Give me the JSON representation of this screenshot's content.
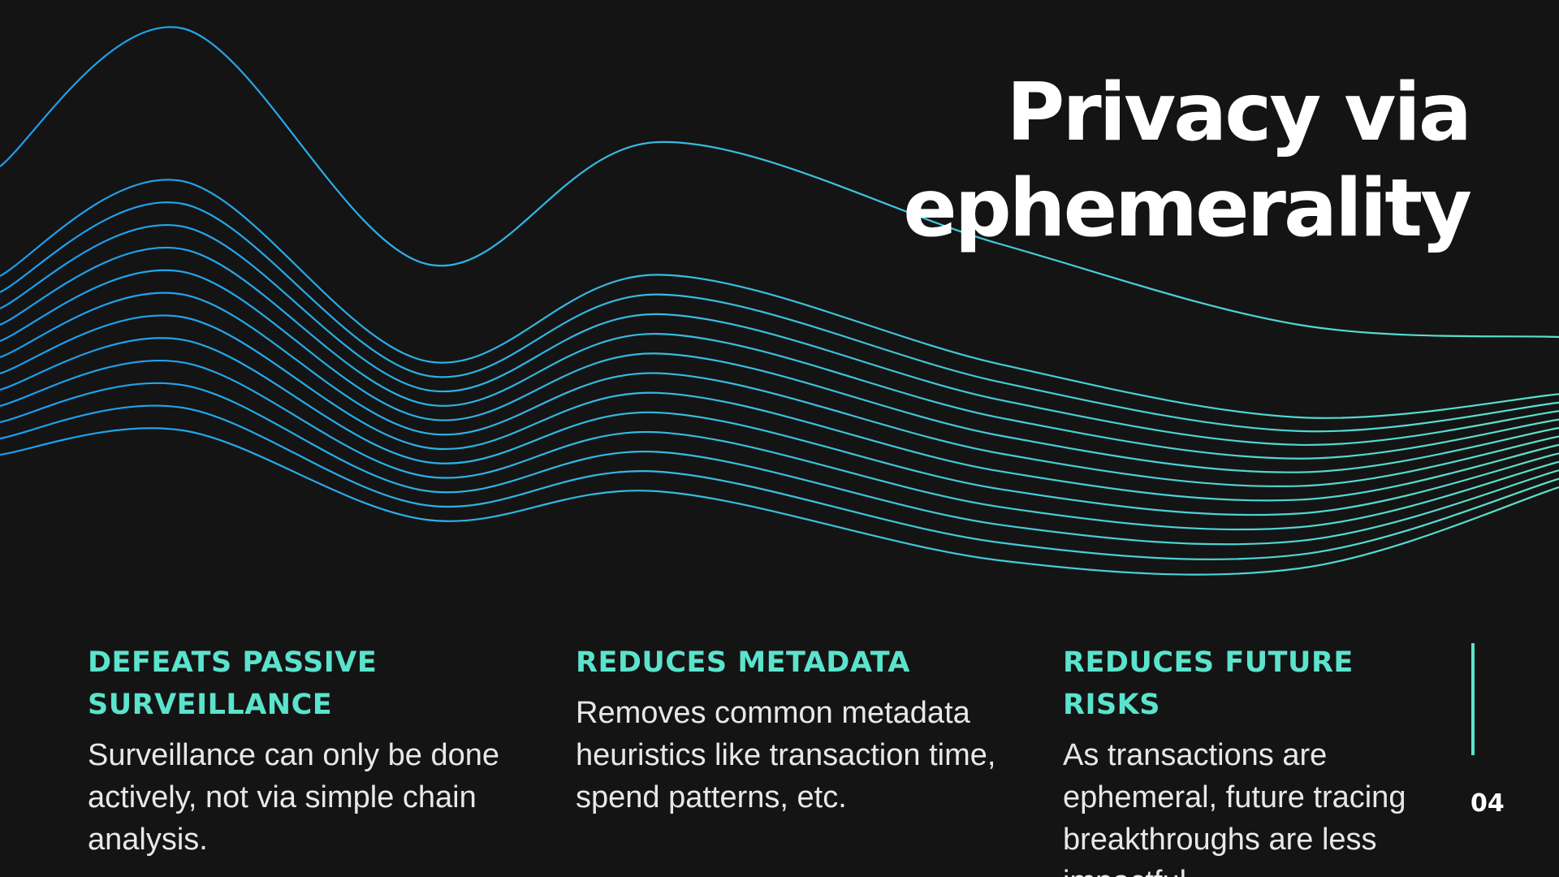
{
  "slide": {
    "title_line_1": "Privacy via",
    "title_line_2": "ephemerality",
    "page_number": "04"
  },
  "columns": [
    {
      "heading": "DEFEATS PASSIVE SURVEILLANCE",
      "body": "Surveillance can only be done actively, not via simple chain analysis."
    },
    {
      "heading": "REDUCES METADATA",
      "body": "Removes common metadata heuristics like transaction time, spend patterns, etc."
    },
    {
      "heading": "REDUCES FUTURE RISKS",
      "body": "As transactions are ephemeral, future tracing breakthroughs are less impactful."
    }
  ],
  "colors": {
    "background": "#141414",
    "wave_start": "#1a9df0",
    "wave_end": "#5be3cc",
    "heading": "#5be3cc",
    "title": "#ffffff"
  },
  "decoration": {
    "wave_line_count": 13
  }
}
